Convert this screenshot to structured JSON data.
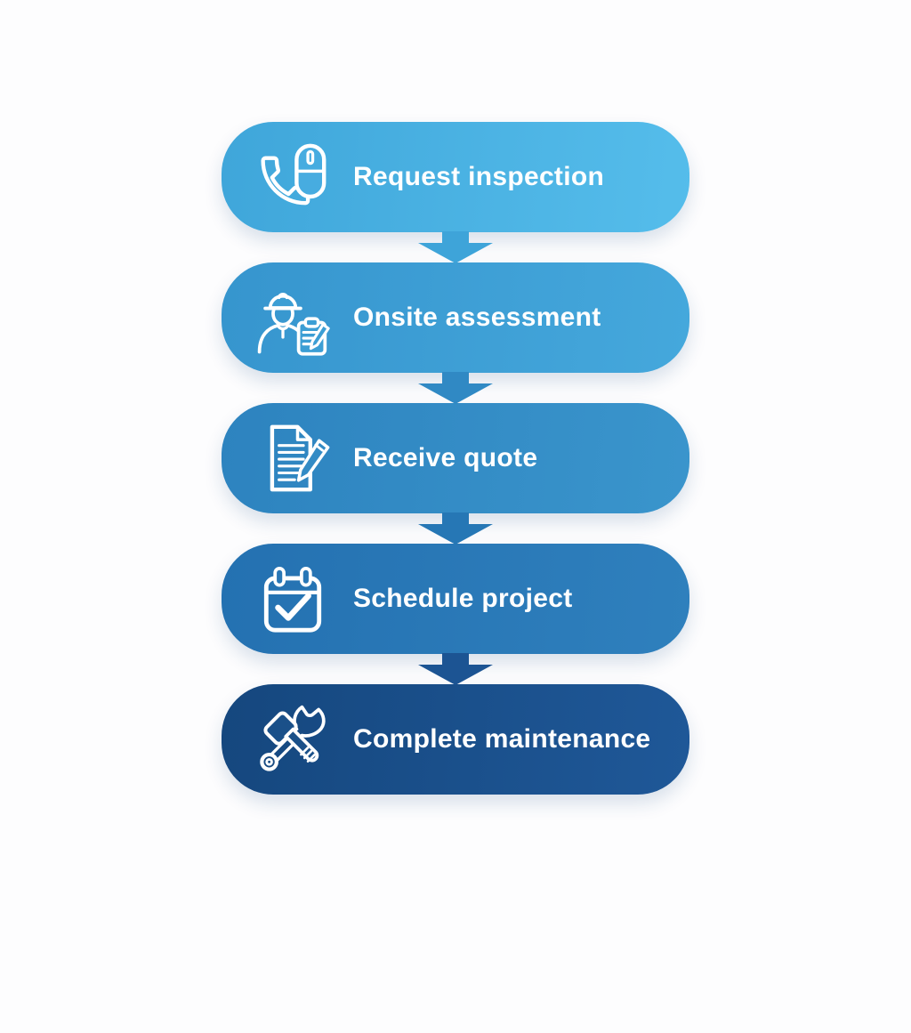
{
  "background_color": "#fdfdfe",
  "flow": {
    "text_color": "#ffffff",
    "steps": [
      {
        "label": "Request inspection",
        "icon": "phone-mouse-icon",
        "color_start": "#3fa6da",
        "color_end": "#55bdeb"
      },
      {
        "label": "Onsite assessment",
        "icon": "worker-clipboard-icon",
        "color_start": "#3695ce",
        "color_end": "#45a8dc"
      },
      {
        "label": "Receive quote",
        "icon": "document-pencil-icon",
        "color_start": "#2d83bf",
        "color_end": "#3a95cc"
      },
      {
        "label": "Schedule project",
        "icon": "calendar-check-icon",
        "color_start": "#2471b1",
        "color_end": "#2f80bd"
      },
      {
        "label": "Complete maintenance",
        "icon": "hammer-wrench-icon",
        "color_start": "#15477e",
        "color_end": "#1f5898"
      }
    ],
    "arrows": [
      {
        "direction": "down",
        "color": "#3ea4d9"
      },
      {
        "direction": "down",
        "color": "#3089c4"
      },
      {
        "direction": "down",
        "color": "#2677b5"
      },
      {
        "direction": "down",
        "color": "#1c5493"
      }
    ]
  }
}
